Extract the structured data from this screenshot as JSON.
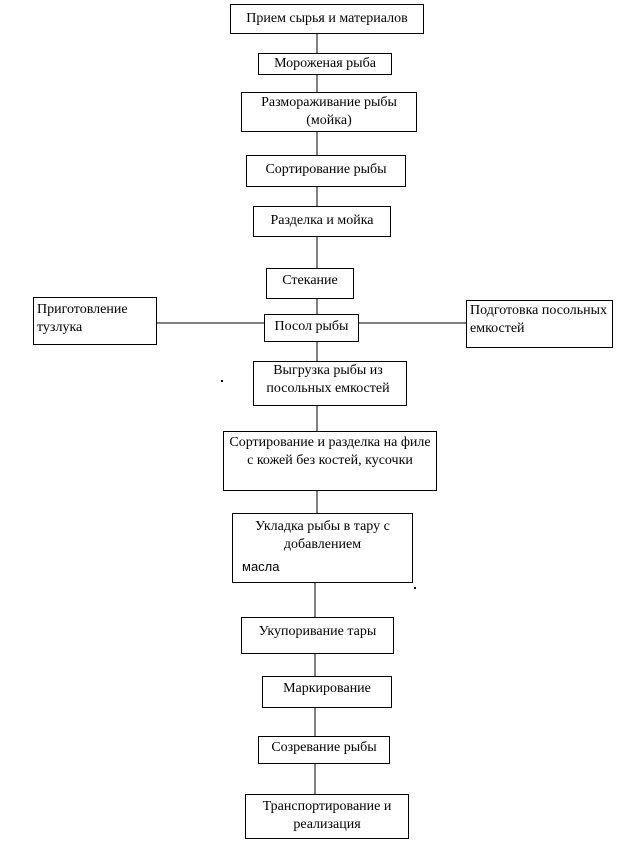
{
  "steps": {
    "s1": "Прием сырья  и материалов",
    "s2": "Мороженая рыба",
    "s3": "Размораживание рыбы (мойка)",
    "s4": "Сортирование рыбы",
    "s5": "Разделка и мойка",
    "s6": "Стекание",
    "s7": "Посол рыбы",
    "s8": "Выгрузка рыбы из посольных емкостей",
    "s9": "Сортирование и разделка на филе с кожей без костей, кусочки",
    "s10a": "Укладка рыбы в тару с добавлением",
    "s10b": "масла",
    "s11": "Укупоривание тары",
    "s12": "Маркирование",
    "s13": "Созревание рыбы",
    "s14": "Транспортирование и реализация"
  },
  "side": {
    "left": "Приготовление тузлука",
    "right": "Подготовка посольных емкостей"
  }
}
